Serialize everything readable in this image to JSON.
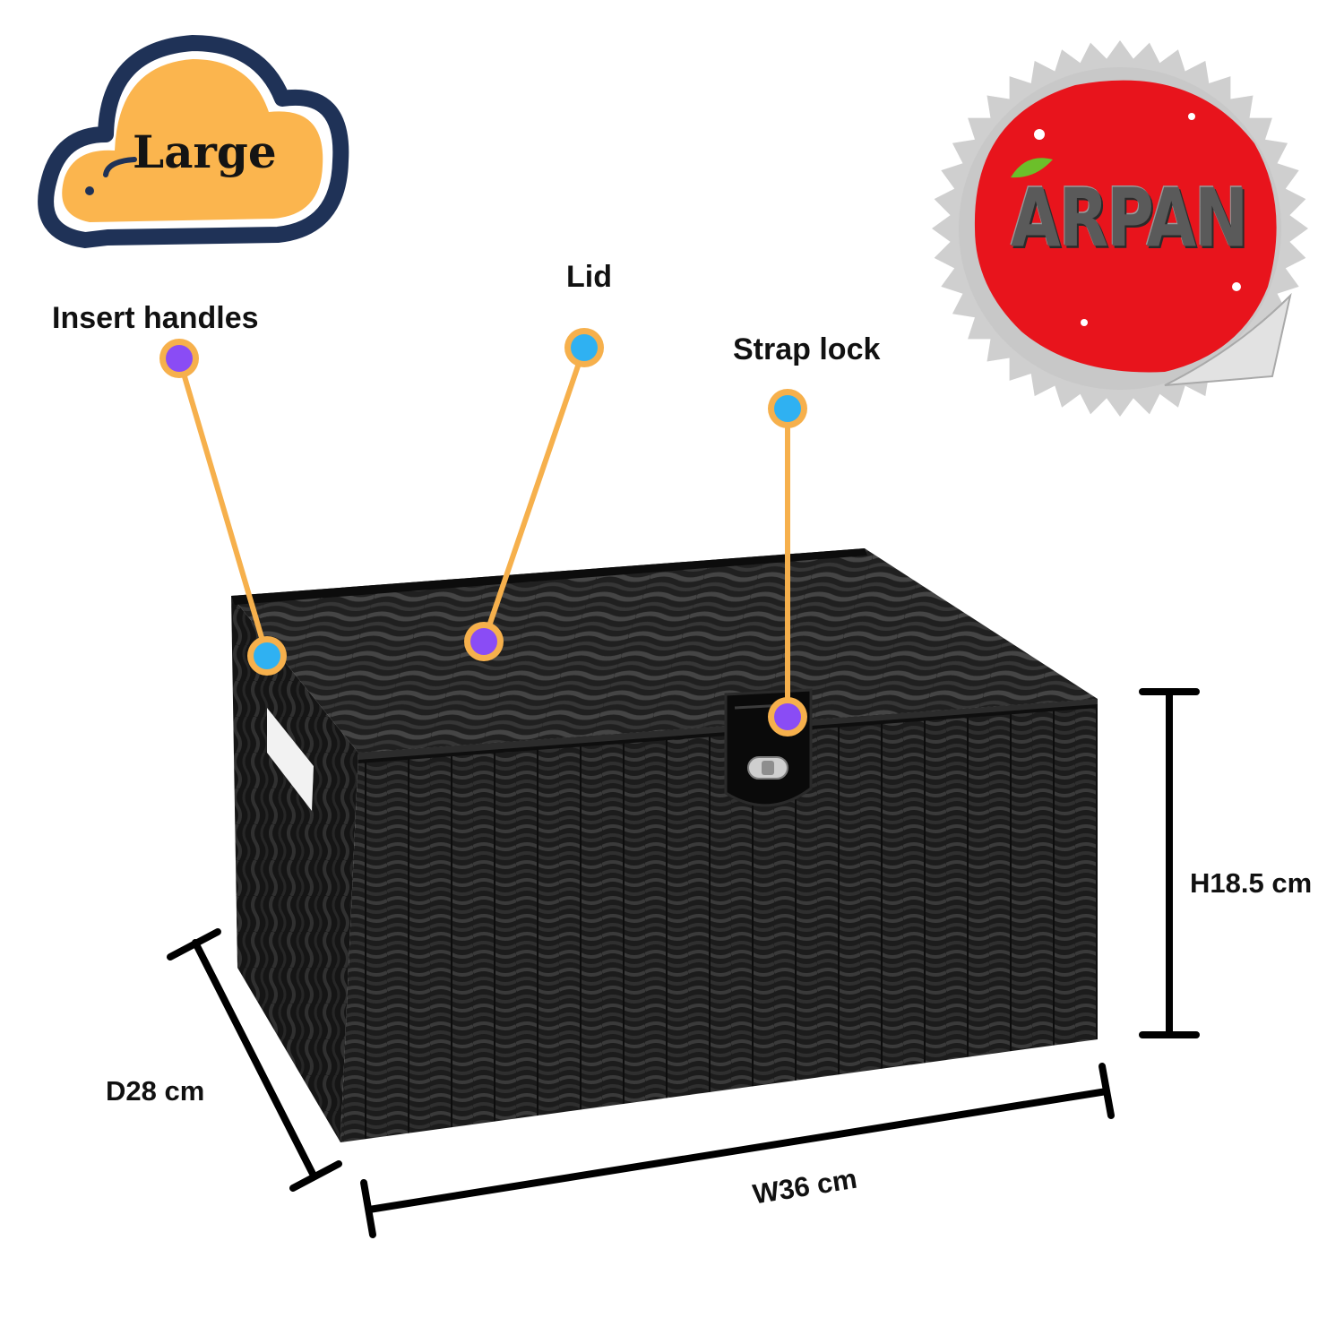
{
  "badge": {
    "size_label": "Large",
    "cloud_fill": "#fbb54e",
    "cloud_outline": "#1f3257"
  },
  "brand": {
    "name": "ARPAN",
    "seal_fill": "#e8141c",
    "sticker_color": "#cfcfcf"
  },
  "callouts": {
    "insert_handles": "Insert handles",
    "lid": "Lid",
    "strap_lock": "Strap lock",
    "line_color": "#f6b04c",
    "dot_purple": "#8a4cf5",
    "dot_blue": "#2fb1f2"
  },
  "dimensions": {
    "height": "H18.5 cm",
    "depth": "D28 cm",
    "width": "W36 cm"
  },
  "product": {
    "color": "#1a1a1a"
  }
}
